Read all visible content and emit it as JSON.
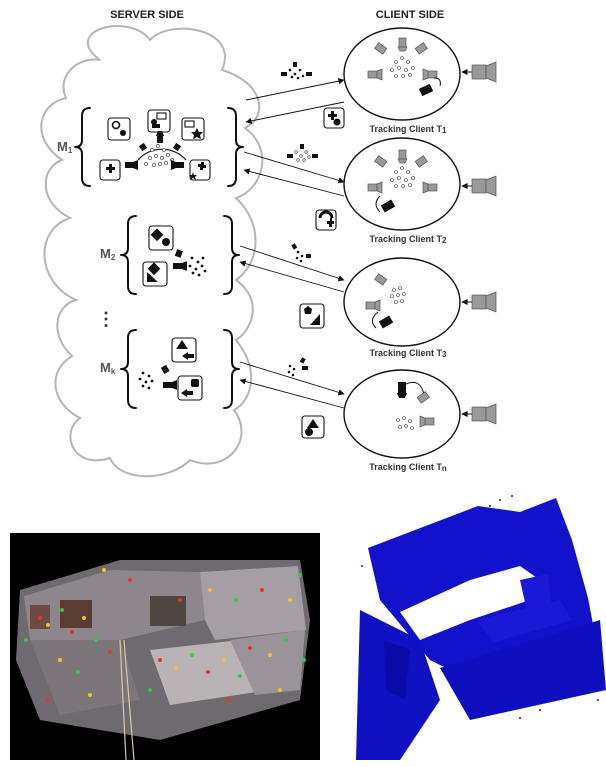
{
  "headers": {
    "server": "SERVER SIDE",
    "client": "CLIENT SIDE"
  },
  "maps": [
    {
      "letter": "M",
      "sub": "1"
    },
    {
      "letter": "M",
      "sub": "2"
    },
    {
      "letter": "M",
      "sub": "k"
    }
  ],
  "ellipsis": "⋮",
  "clients": [
    {
      "label": "Tracking Client  T",
      "sub": "1"
    },
    {
      "label": "Tracking Client  T",
      "sub": "2"
    },
    {
      "label": "Tracking Client  T",
      "sub": "3"
    },
    {
      "label": "Tracking Client  T",
      "sub": "n"
    }
  ],
  "colors": {
    "cloud_stroke": "#b5b5b5",
    "camera_gray": "#999999",
    "pointcloud_blue": "#1010c8",
    "photo_background": "#000000"
  },
  "icons": [
    "camera-icon",
    "keyframe-icon",
    "map-point-icon",
    "landmark-shape-icon"
  ]
}
